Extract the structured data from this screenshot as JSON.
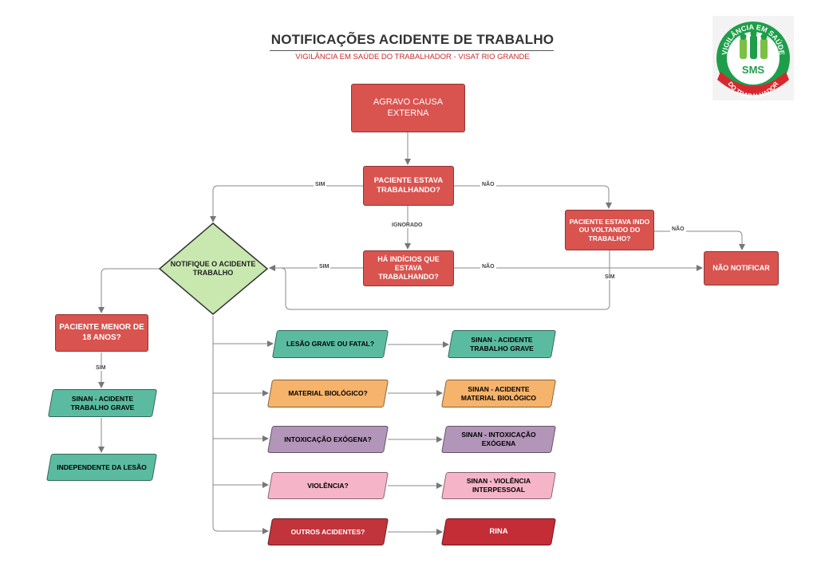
{
  "header": {
    "title": "NOTIFICAÇÕES ACIDENTE DE TRABALHO",
    "subtitle": "VIGILÂNCIA EM SAÚDE DO TRABALHADOR - VISAT RIO GRANDE"
  },
  "logo": {
    "top_text": "VIGILÂNCIA EM SAÚDE",
    "center_text": "SMS",
    "bottom_text": "DO TRABALHADOR"
  },
  "nodes": {
    "agravo": "AGRAVO CAUSA EXTERNA",
    "trabalhando": "PACIENTE ESTAVA TRABALHANDO?",
    "indo_voltando": "PACIENTE ESTAVA INDO OU VOLTANDO DO TRABALHO?",
    "indicios": "HÁ  INDÍCIOS QUE ESTAVA TRABALHANDO?",
    "nao_notificar": "NÃO NOTIFICAR",
    "notifique": "NOTIFIQUE O ACIDENTE TRABALHO",
    "menor": "PACIENTE MENOR DE 18 ANOS?",
    "sinan_grave_left": "SINAN - ACIDENTE TRABALHO GRAVE",
    "independente": "INDEPENDENTE DA LESÃO",
    "q_lesao": "LESÃO GRAVE OU FATAL?",
    "q_material": "MATERIAL BIOLÓGICO?",
    "q_intox": "INTOXICAÇÃO EXÓGENA?",
    "q_violencia": "VIOLÊNCIA?",
    "q_outros": "OUTROS ACIDENTES?",
    "r_grave": "SINAN - ACIDENTE TRABALHO GRAVE",
    "r_material": "SINAN - ACIDENTE MATERIAL BIOLÓGICO",
    "r_intox": "SINAN - INTOXICAÇÃO EXÓGENA",
    "r_violencia": "SINAN - VIOLÊNCIA INTERPESSOAL",
    "r_rina": "RINA"
  },
  "edge_labels": {
    "sim_top": "SIM",
    "nao_top": "NÃO",
    "ignorado": "IGNORADO",
    "sim_mid": "SIM",
    "nao_mid": "NÃO",
    "nao_right": "NÃO",
    "sim_right": "SIM",
    "sim_left": "SIM"
  },
  "colors": {
    "red": "#d9534f",
    "dark_red": "#c42c36",
    "diamond": "#c9e8b0",
    "teal": "#5bbba0",
    "orange": "#f5b36b",
    "purple": "#b295b8",
    "pink": "#f5b4c8",
    "connector": "#777777",
    "logo_green": "#1e9e4a",
    "logo_red": "#d8282f"
  }
}
